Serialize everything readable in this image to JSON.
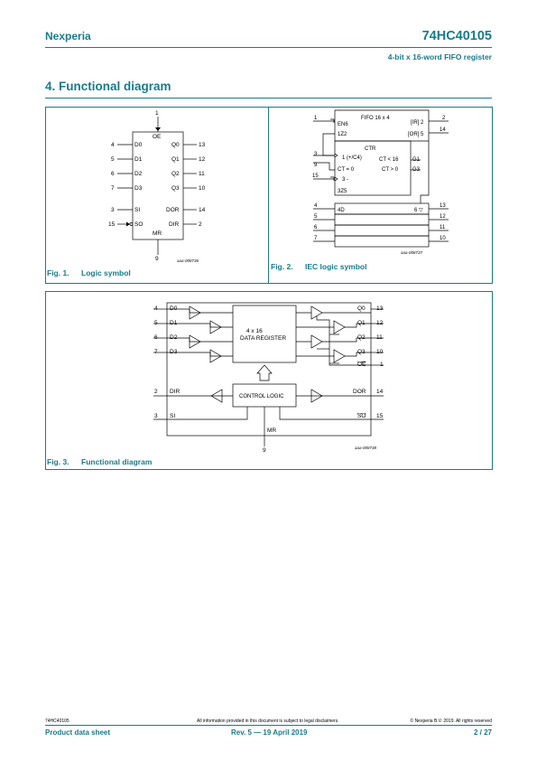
{
  "header": {
    "brand": "Nexperia",
    "part_number": "74HC40105",
    "subtitle": "4-bit x 16-word FIFO register"
  },
  "section": {
    "title": "4. Functional diagram"
  },
  "fig1": {
    "caption_label": "Fig. 1.",
    "caption_text": "Logic symbol",
    "ref": "aaa-008736",
    "pin_top": "1",
    "pin_bottom": "9",
    "top_label": "OE",
    "bottom_label": "MR",
    "left_pins": [
      {
        "num": "4",
        "name": "D0"
      },
      {
        "num": "5",
        "name": "D1"
      },
      {
        "num": "6",
        "name": "D2"
      },
      {
        "num": "7",
        "name": "D3"
      },
      {
        "num": "3",
        "name": "SI"
      },
      {
        "num": "15",
        "name": "SO"
      }
    ],
    "right_pins": [
      {
        "num": "13",
        "name": "Q0"
      },
      {
        "num": "12",
        "name": "Q1"
      },
      {
        "num": "11",
        "name": "Q2"
      },
      {
        "num": "10",
        "name": "Q3"
      },
      {
        "num": "14",
        "name": "DOR"
      },
      {
        "num": "2",
        "name": "DIR"
      }
    ]
  },
  "fig2": {
    "caption_label": "Fig. 2.",
    "caption_text": "IEC logic symbol",
    "ref": "aaa-008737",
    "title": "FIFO 16 x 4",
    "en": "EN6",
    "z": "1Z2",
    "ir": "[IR] 2",
    "or": "[OR] 5",
    "ctr": "CTR",
    "c4": "1 (+/C4)",
    "ct0": "CT = 0",
    "three": "3 -",
    "ct16": "CT < 16",
    "ctgt": "CT > 0",
    "g1": "G1",
    "g3": "G3",
    "z5": "3Z5",
    "d4": "4D",
    "tri": "6 ▽",
    "left_nums": [
      "1",
      "3",
      "9",
      "15",
      "4",
      "5",
      "6",
      "7"
    ],
    "right_nums": [
      "2",
      "14",
      "13",
      "12",
      "11",
      "10"
    ]
  },
  "fig3": {
    "caption_label": "Fig. 3.",
    "caption_text": "Functional diagram",
    "ref": "aaa-008738",
    "register_line1": "4 x 16",
    "register_line2": "DATA REGISTER",
    "control": "CONTROL LOGIC",
    "inputs": [
      {
        "num": "4",
        "name": "D0"
      },
      {
        "num": "5",
        "name": "D1"
      },
      {
        "num": "6",
        "name": "D2"
      },
      {
        "num": "7",
        "name": "D3"
      }
    ],
    "outputs": [
      {
        "num": "13",
        "name": "Q0"
      },
      {
        "num": "12",
        "name": "Q1"
      },
      {
        "num": "11",
        "name": "Q2"
      },
      {
        "num": "10",
        "name": "Q3"
      },
      {
        "num": "1",
        "name": "OE"
      }
    ],
    "dir": {
      "num": "2",
      "name": "DIR"
    },
    "si": {
      "num": "3",
      "name": "SI"
    },
    "dor": {
      "num": "14",
      "name": "DOR"
    },
    "so": {
      "num": "15",
      "name": "SO"
    },
    "mr": {
      "num": "9",
      "name": "MR"
    }
  },
  "footer": {
    "doc_id": "74HC40105",
    "disclaimer": "All information provided in this document is subject to legal disclaimers.",
    "copyright": "© Nexperia B.V. 2019. All rights reserved",
    "doc_type": "Product data sheet",
    "revision": "Rev. 5 — 19 April 2019",
    "page": "2 / 27"
  }
}
